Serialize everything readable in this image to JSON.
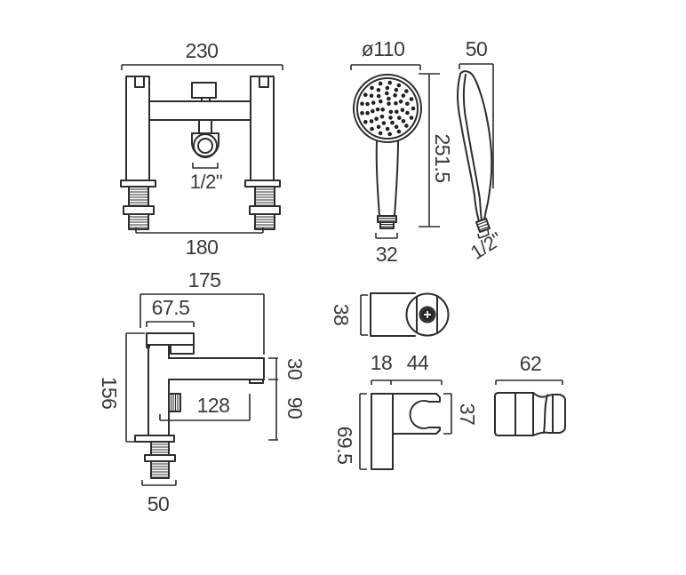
{
  "drawing": {
    "type": "technical-dimension-drawing",
    "units": "mm",
    "colors": {
      "line": "#2d2d2d",
      "text": "#3a3a3a",
      "background": "#ffffff"
    },
    "views": {
      "mixer_front": {
        "top_width": "230",
        "connection": "1/2\"",
        "inlet_centres": "180"
      },
      "handset_front": {
        "head_diameter": "ø110",
        "length": "251.5",
        "outlet_width": "32"
      },
      "handset_side": {
        "depth": "50",
        "connection": "1/2\""
      },
      "mixer_side": {
        "total_depth": "175",
        "handle_depth": "67.5",
        "height": "156",
        "spout_height": "30",
        "spout_to_base": "90",
        "spout_reach": "128",
        "base_width": "50"
      },
      "bracket_top": {
        "depth": "38"
      },
      "bracket_side": {
        "plate_depth": "18",
        "arm_depth": "44",
        "height": "69.5",
        "arm_height": "37"
      },
      "bracket_front": {
        "width": "62"
      }
    }
  }
}
